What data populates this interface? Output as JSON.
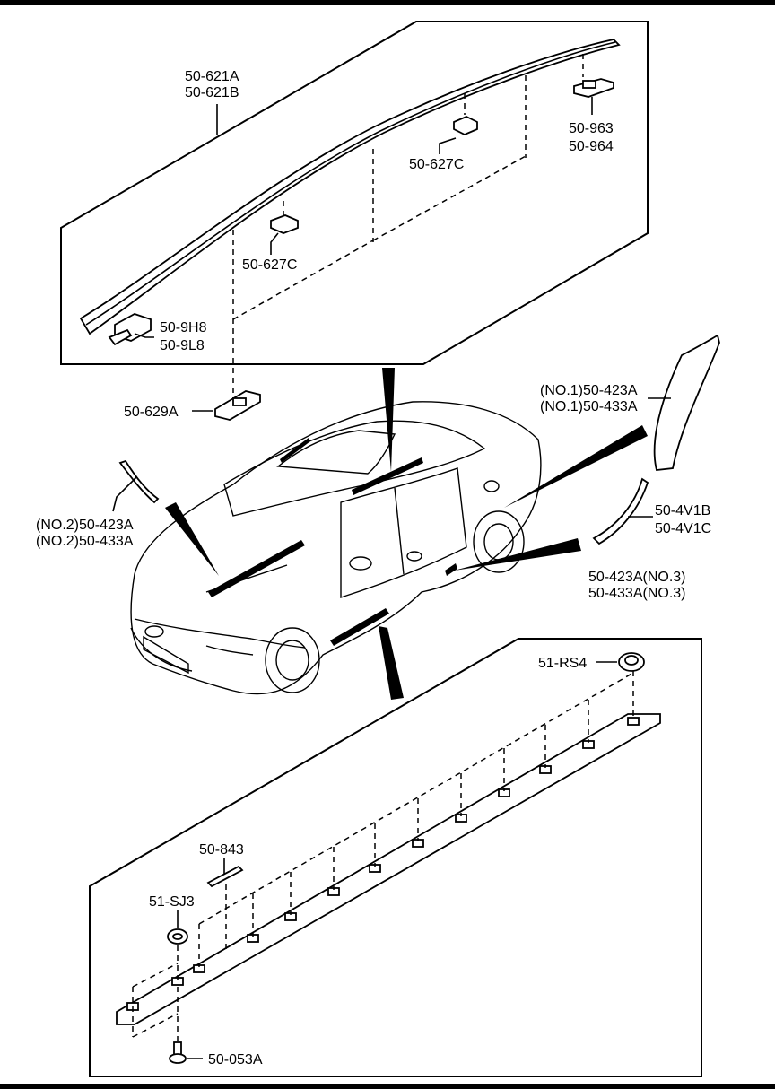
{
  "labels": {
    "roof_molding": [
      "50-621A",
      "50-621B"
    ],
    "clip_rear": [
      "50-963",
      "50-964"
    ],
    "clip_627c_upper": "50-627C",
    "clip_627c_lower": "50-627C",
    "clip_front": [
      "50-9H8",
      "50-9L8"
    ],
    "clip_629a": "50-629A",
    "fender_molding_no1": [
      "(NO.1)50-423A",
      "(NO.1)50-433A"
    ],
    "fender_molding_no2": [
      "(NO.2)50-423A",
      "(NO.2)50-433A"
    ],
    "wheel_arch_molding": [
      "50-4V1B",
      "50-4V1C"
    ],
    "side_sill_molding": [
      "50-423A(NO.3)",
      "50-433A(NO.3)"
    ],
    "clip_rs4": "51-RS4",
    "tape_843": "50-843",
    "clip_sj3": "51-SJ3",
    "screw_053a": "50-053A"
  }
}
